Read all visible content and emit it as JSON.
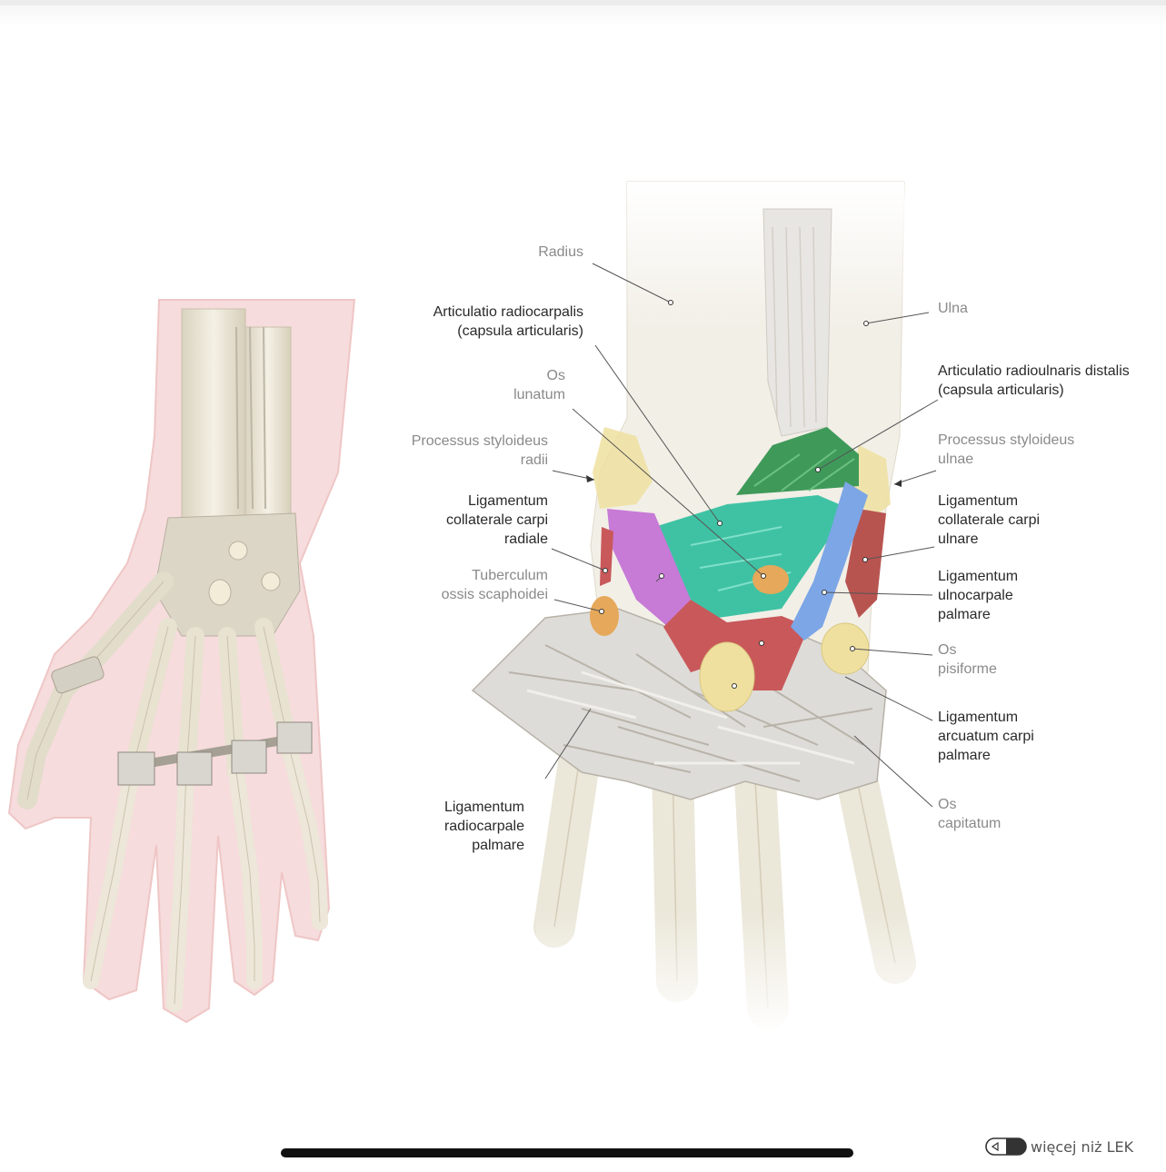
{
  "labels": {
    "radius": "Radius",
    "ulna": "Ulna",
    "articulatio_radiocarpalis": "Articulatio radiocarpalis\n(capsula articularis)",
    "articulatio_radioulnaris": "Articulatio radioulnaris distalis\n(capsula articularis)",
    "os_lunatum": "Os\nlunatum",
    "processus_styloideus_radii": "Processus styloideus\nradii",
    "processus_styloideus_ulnae": "Processus styloideus\nulnae",
    "lig_collaterale_radiale": "Ligamentum\ncollaterale carpi\nradiale",
    "lig_collaterale_ulnare": "Ligamentum\ncollaterale carpi\nulnare",
    "tuberculum_scaphoidei": "Tuberculum\nossis scaphoidei",
    "lig_ulnocarpale": "Ligamentum\nulnocarpale\npalmare",
    "os_pisiforme": "Os\npisiforme",
    "lig_arcuatum": "Ligamentum\narcuatum carpi\npalmare",
    "lig_radiocarpale": "Ligamentum\nradiocarpale\npalmare",
    "os_capitatum": "Os\ncapitatum"
  },
  "brand": {
    "text": "więcej niż LEK",
    "icon": "pill-logo-icon"
  },
  "colors": {
    "bone": "#ece6d2",
    "green_capsule": "#3f9a5a",
    "teal_capsule": "#3fc2a4",
    "purple_ligament": "#c77ad6",
    "red_ligament": "#c9585a",
    "blue_ligament": "#7da6e6",
    "yellow_bone": "#efe0a0",
    "orange_bone": "#e6a85a",
    "skin": "#f6dcdc"
  }
}
